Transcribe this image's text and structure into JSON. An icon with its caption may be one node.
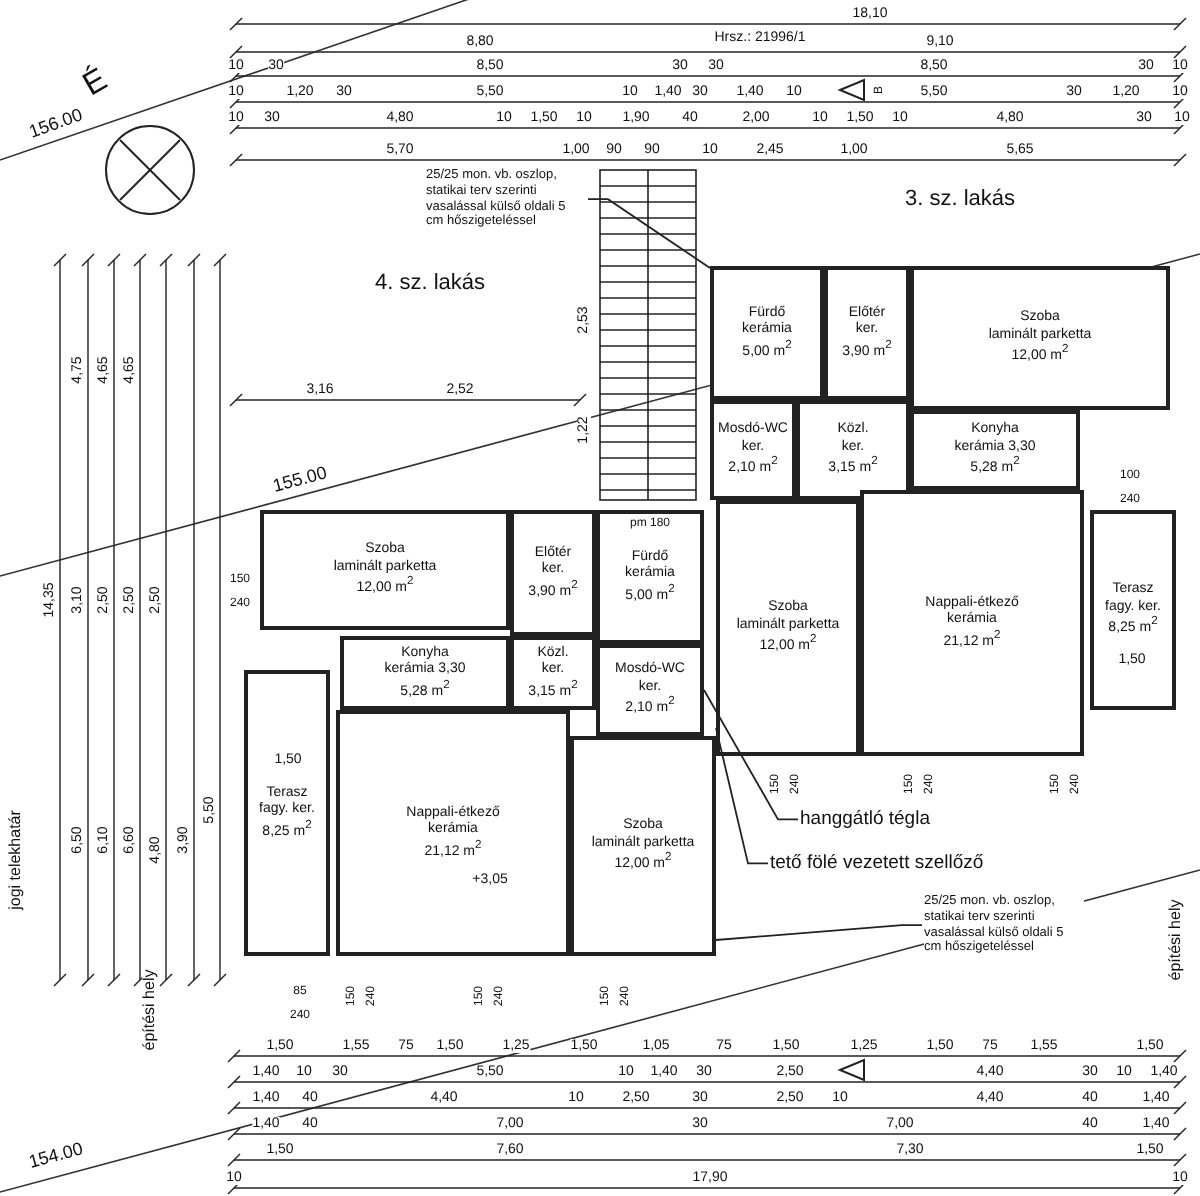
{
  "diagram": {
    "nodes": [
      {
        "text": [
          "25/25 mon. vb. oszlop, statikai terv szerinti vasalással külső oldali 5 cm hőszigeteléssel"
        ]
      },
      {
        "text": [
          "Fürdő",
          "kerámia",
          "5,00 m$^{2}$"
        ]
      },
      {
        "text": [
          "Előtér",
          "ker.",
          "3,90 m$^{2}$"
        ]
      },
      {
        "text": [
          "Szoba",
          "laminált parketta",
          "12,00 m$^{2}$"
        ]
      },
      {
        "text": [
          "Mosdó-WC",
          "ker.",
          "2,10 m$^{2}$"
        ]
      },
      {
        "text": [
          "Közl.",
          "ker.",
          "3,15 m$^{2}$"
        ]
      },
      {
        "text": [
          "Konyha",
          "kerámia 3,30",
          "5,28 m$^{2}$"
        ]
      },
      {
        "text": [
          "Szoba",
          "laminált parketta",
          "12,00 m$^{2}$"
        ]
      },
      {
        "text": [
          "Előtér",
          "ker.",
          "3,90 m$^{2}$"
        ]
      },
      {
        "text": [
          "Fürdő",
          "kerámia",
          "5,00 m$^{2}$"
        ]
      },
      {
        "text": [
          "Szoba",
          "laminált parketta",
          "12,00 m$^{2}$"
        ]
      },
      {
        "text": [
          "Nappali-étkező",
          "kerámia",
          "21,12 m$^{2}$"
        ]
      },
      {
        "text": [
          "Terasz",
          "fagy. ker.",
          "8,25 m$^{2}$"
        ]
      },
      {
        "text": [
          "Konyha",
          "kerámia 3,30",
          "5,28 m$^{2}$"
        ]
      },
      {
        "text": [
          "Közl.",
          "ker.",
          "3,15 m$^{2}$"
        ]
      },
      {
        "text": [
          "Mosdó-WC",
          "ker.",
          "2,10 m$^{2}$"
        ]
      },
      {
        "text": [
          "Terasz",
          "fagy. ker.",
          "8,25 m$^{2}$"
        ]
      },
      {
        "text": [
          "Nappali-étkező",
          "kerámia",
          "21,12 m$^{2}$"
        ]
      },
      {
        "text": [
          "Szoba",
          "laminált parketta",
          "12,00 m$^{2}$"
        ]
      },
      {
        "text": [
          "hanggátló tégla"
        ]
      },
      {
        "text": [
          "tető fölé vezetett szellőző"
        ]
      },
      {
        "text": [
          "25/25 mon. vb. oszlop, statikai terv szerinti vasalással külső oldali 5 cm hőszigeteléssel"
        ]
      }
    ],
    "edges": [
      {
        "from": 0,
        "to": 1,
        "arrow": "none"
      },
      {
        "from": 19,
        "to": 15,
        "arrow": "none"
      },
      {
        "from": 20,
        "to": 10,
        "arrow": "none"
      },
      {
        "from": 21,
        "to": 18,
        "arrow": "none"
      }
    ],
    "labels": [
      "18,10",
      "8,80",
      "Hrsz.: 21996/1",
      "9,10",
      "10",
      "30",
      "8,50",
      "30",
      "30",
      "8,50",
      "30",
      "10",
      "10",
      "1,20",
      "30",
      "5,50",
      "10",
      "1,40",
      "30",
      "1,40",
      "10",
      "5,50",
      "30",
      "1,20",
      "10",
      "10",
      "30",
      "4,80",
      "10",
      "1,50",
      "10",
      "1,90",
      "40",
      "2,00",
      "10",
      "1,50",
      "10",
      "4,80",
      "30",
      "10",
      "5,70",
      "1,00",
      "90",
      "90",
      "10",
      "2,45",
      "1,00",
      "5,65",
      "B",
      "4. sz. lakás",
      "3. sz. lakás",
      "É",
      "156.00",
      "155.00",
      "154.00",
      "3,16",
      "2,52",
      "2,53",
      "1,22",
      "14,35",
      "4,75",
      "3,10",
      "6,50",
      "4,65",
      "2,50",
      "6,10",
      "4,65",
      "2,50",
      "6,60",
      "2,50",
      "4,80",
      "3,90",
      "5,50",
      "jogi telekhatár",
      "150",
      "240",
      "100",
      "240",
      "pm 180",
      "+3,05",
      "1,50",
      "1,50",
      "150",
      "240",
      "150",
      "240",
      "150",
      "240",
      "85",
      "240",
      "150",
      "240",
      "150",
      "240",
      "150",
      "240",
      "építési hely",
      "építési hely",
      "1,50",
      "1,55",
      "75",
      "1,50",
      "1,25",
      "1,50",
      "1,05",
      "75",
      "1,50",
      "1,25",
      "1,50",
      "75",
      "1,55",
      "1,50",
      "1,40",
      "10",
      "30",
      "5,50",
      "10",
      "1,40",
      "30",
      "2,50",
      "4,40",
      "30",
      "10",
      "1,40",
      "1,40",
      "40",
      "4,40",
      "10",
      "2,50",
      "30",
      "2,50",
      "10",
      "4,40",
      "40",
      "1,40",
      "1,40",
      "40",
      "7,00",
      "30",
      "7,00",
      "40",
      "1,40",
      "1,50",
      "7,60",
      "7,30",
      "1,50",
      "10",
      "17,90",
      "10"
    ]
  }
}
